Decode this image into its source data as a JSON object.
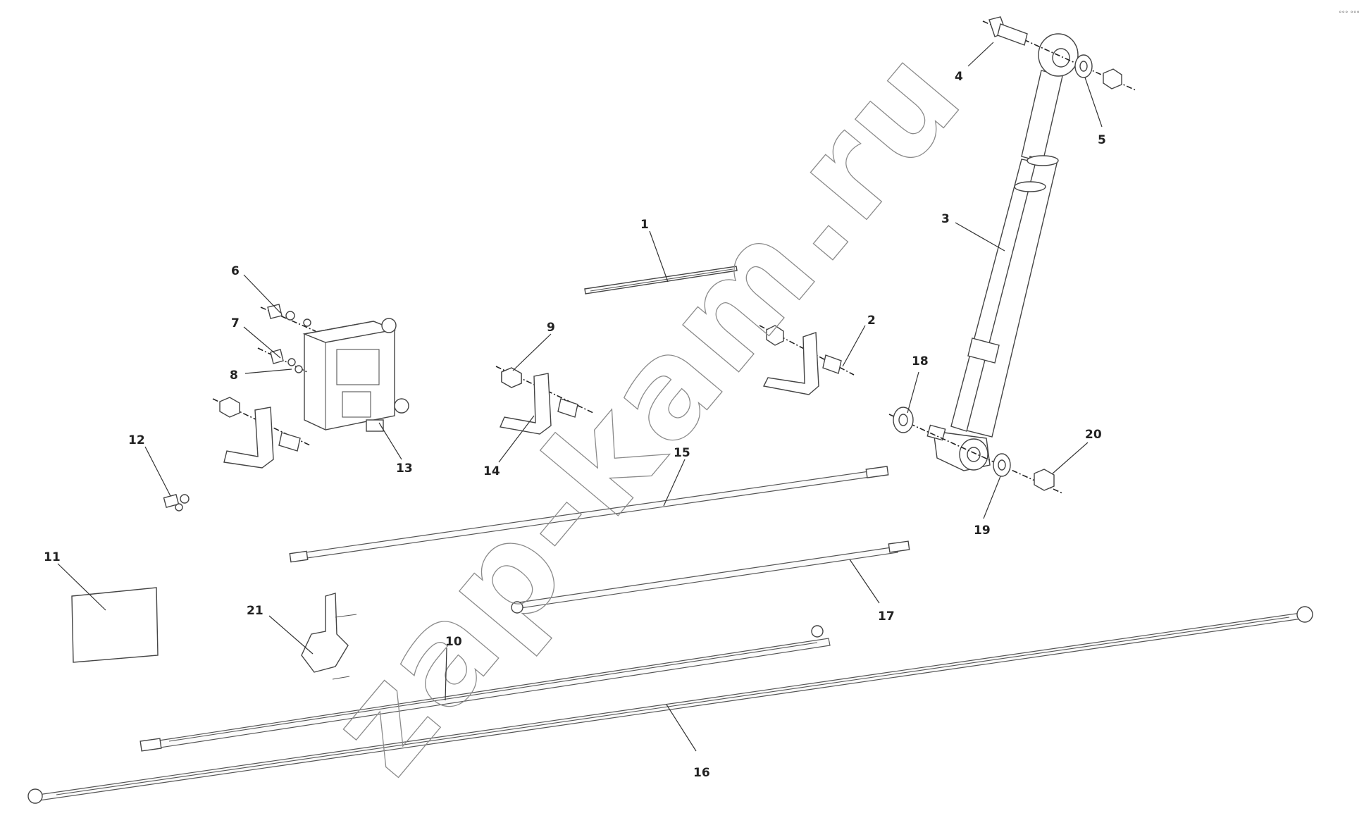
{
  "diagram": {
    "watermark": "zap-kam.ru",
    "corner_mark": "°°° °°°",
    "callouts": [
      {
        "id": "c1",
        "label": "1"
      },
      {
        "id": "c2",
        "label": "2"
      },
      {
        "id": "c3",
        "label": "3"
      },
      {
        "id": "c4",
        "label": "4"
      },
      {
        "id": "c5",
        "label": "5"
      },
      {
        "id": "c6",
        "label": "6"
      },
      {
        "id": "c7",
        "label": "7"
      },
      {
        "id": "c8",
        "label": "8"
      },
      {
        "id": "c9",
        "label": "9"
      },
      {
        "id": "c10",
        "label": "10"
      },
      {
        "id": "c11",
        "label": "11"
      },
      {
        "id": "c12",
        "label": "12"
      },
      {
        "id": "c13",
        "label": "13"
      },
      {
        "id": "c14",
        "label": "14"
      },
      {
        "id": "c15",
        "label": "15"
      },
      {
        "id": "c16",
        "label": "16"
      },
      {
        "id": "c17",
        "label": "17"
      },
      {
        "id": "c18",
        "label": "18"
      },
      {
        "id": "c19",
        "label": "19"
      },
      {
        "id": "c20",
        "label": "20"
      },
      {
        "id": "c21",
        "label": "21"
      }
    ]
  }
}
